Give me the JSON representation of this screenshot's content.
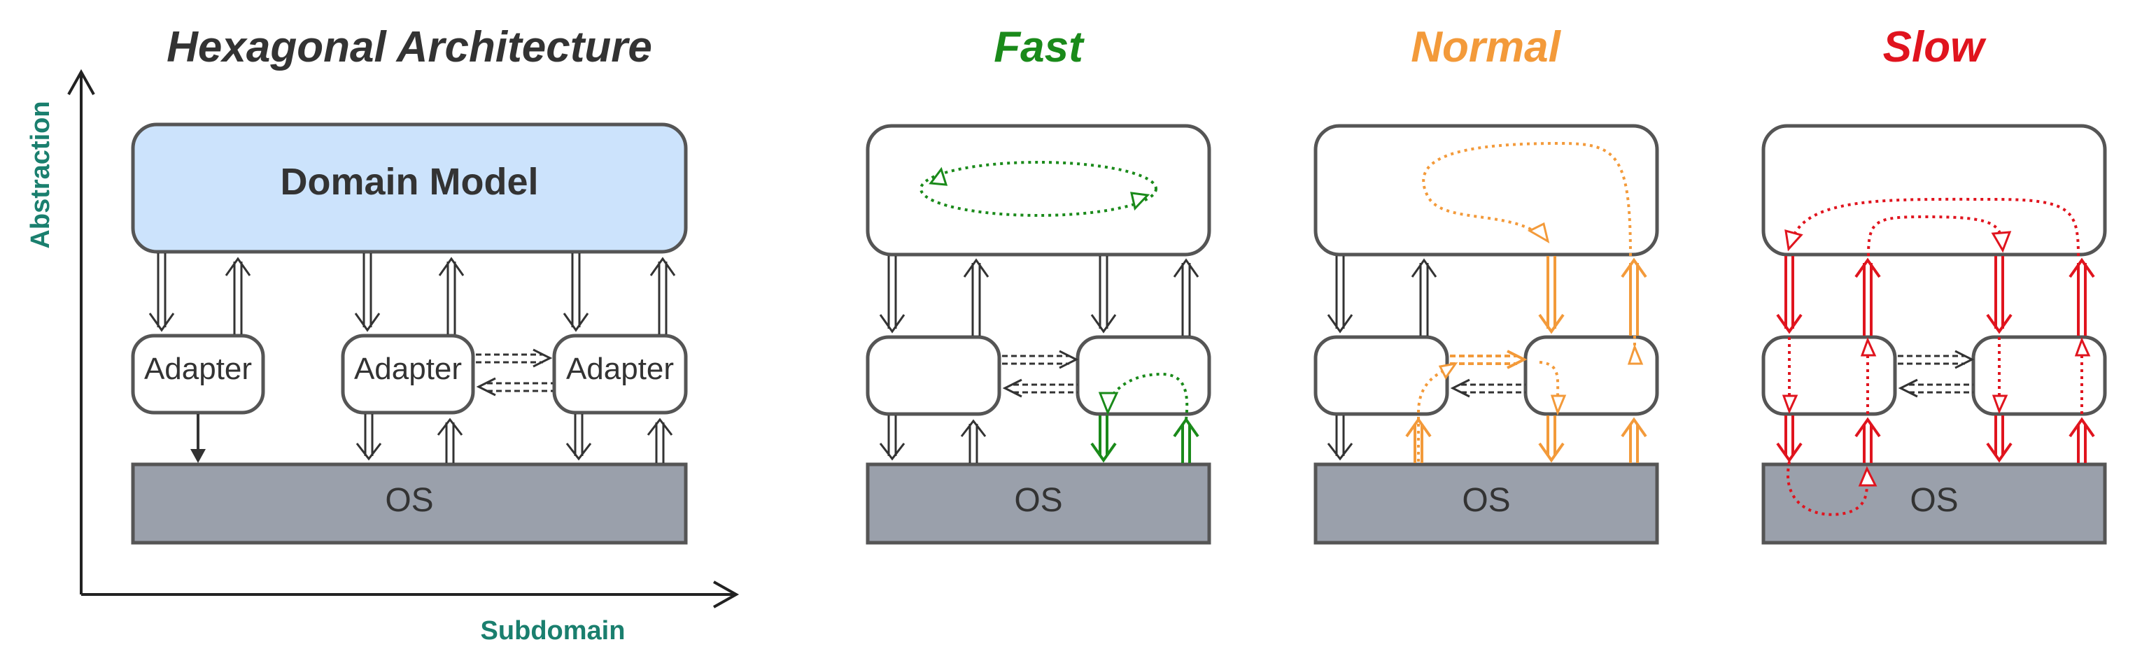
{
  "titles": {
    "main": "Hexagonal Architecture",
    "fast": "Fast",
    "normal": "Normal",
    "slow": "Slow"
  },
  "axes": {
    "y_label": "Abstraction",
    "x_label": "Subdomain"
  },
  "labels": {
    "domain_model": "Domain Model",
    "adapter": "Adapter",
    "os": "OS"
  },
  "colors": {
    "fast": "#1a8a1a",
    "normal": "#f39a3a",
    "slow": "#e0141e",
    "dark": "#333333",
    "domain_fill": "#cce3fc",
    "os_fill": "#9aa0ab",
    "axis_label": "#1a7f6e"
  }
}
